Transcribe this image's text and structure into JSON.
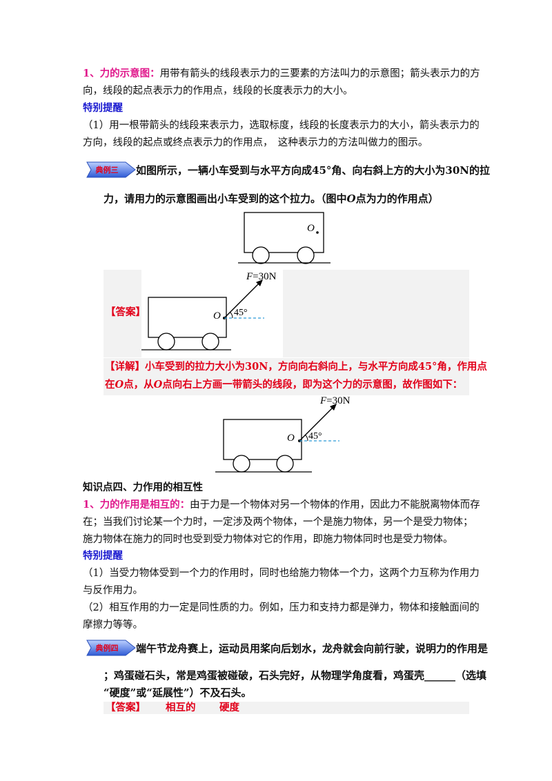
{
  "sec1": {
    "heading": "1、力的示意图：",
    "text1": "用带有箭头的线段表示力的三要素的方法叫力的示意图；箭头表示力的方",
    "text2": "向，线段的起点表示力的作用点，线段的长度表示力的大小。",
    "tip_title": "特别提醒",
    "tip1a": "（1）用一根带箭头的线段来表示力，选取标度，线段的长度表示力的大小，箭头表示力的",
    "tip1b": "方向，线段的起点或终点表示力的作用点，　这种表示力的方法叫做力的图示。"
  },
  "example3": {
    "tag": "典例三",
    "line1": "如图所示，一辆小车受到与水平方向成45°角、向右斜上方的大小为30N的拉",
    "line2a": "力，请用力的示意图画出小车受到的这个拉力。（图中",
    "line2o": "O",
    "line2b": "点为力的作用点）",
    "fig_point": "O",
    "answer_label": "【答案】",
    "force_f": "F",
    "force_val": "=30N",
    "angle": "45°",
    "detail1": "【详解】小车受到的拉力大小为30N，方向向右斜向上，与水平方向成45°角，作用点",
    "detail2a": "在",
    "detail2o1": "O",
    "detail2b": "点，从",
    "detail2o2": "O",
    "detail2c": "点向右上方画一带箭头的线段，即为这个力的示意图，故作图如下："
  },
  "sec4": {
    "title": "知识点四、力作用的相互性",
    "heading": "1、力的作用是相互的：",
    "text1": "由于力是一个物体对另一个物体的作用，因此力不能脱离物体而存",
    "text2": "在；当我们讨论某一个力时，一定涉及两个物体，一个是施力物体，另一个是受力物体；",
    "text3": "施力物体在施力的同时也受到受力物体对它的作用，即施力物体同时也是受力物体。",
    "tip_title": "特别提醒",
    "tip1a": "（1）当受力物体受到一个力的作用时，同时也给施力物体一个力，这两个力互称为作用力",
    "tip1b": "与反作用力。",
    "tip2a": "（2）相互作用的力一定是同性质的力。例如，压力和支持力都是弹力，物体和接触面间的",
    "tip2b": "摩擦力等等。"
  },
  "example4": {
    "tag": "典例四",
    "line1": "端午节龙舟赛上，运动员用桨向后划水，龙舟就会向前行驶，说明力的作用是",
    "line2": "；鸡蛋碰石头，常是鸡蛋被碰破，石头完好，从物理学角度看，鸡蛋壳______（选填",
    "line3": "“硬度”或“延展性”）不及石头。",
    "answer_label": "【答案】",
    "answer1": "相互的",
    "answer2": "硬度"
  }
}
